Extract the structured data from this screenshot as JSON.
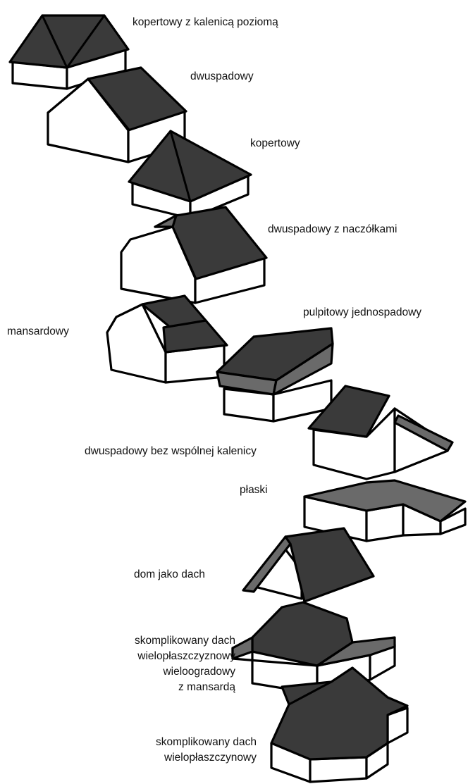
{
  "labels": {
    "l01": "kopertowy z kalenicą poziomą",
    "l02": "dwuspadowy",
    "l03": "kopertowy",
    "l04": "dwuspadowy z naczółkami",
    "l05": "mansardowy",
    "l06": "pulpitowy jednospadowy",
    "l07": "dwuspadowy bez wspólnej kalenicy",
    "l08": "płaski",
    "l09": "dom jako dach",
    "l10a": "skomplikowany dach",
    "l10b": "wielopłaszczyznowy",
    "l10c": "wieloogradowy",
    "l10d": "z mansardą",
    "l11a": "skomplikowany dach",
    "l11b": "wielopłaszczynowy"
  }
}
